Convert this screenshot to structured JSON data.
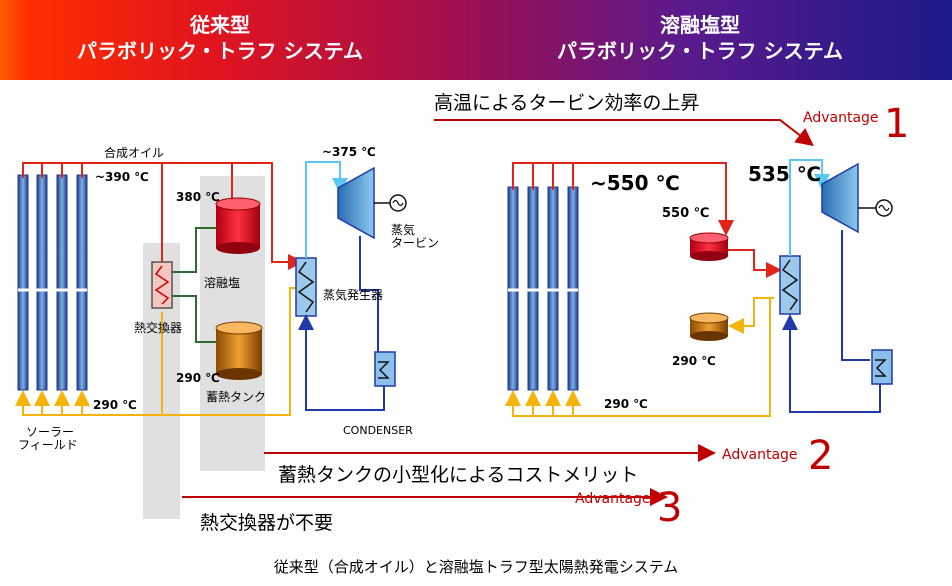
{
  "header": {
    "left_line1": "従来型",
    "left_line2": "パラボリック・トラフ システム",
    "right_line1": "溶融塩型",
    "right_line2": "パラボリック・トラフ システム"
  },
  "conventional": {
    "synthetic_oil": "合成オイル",
    "temp_field_out": "~390 ℃",
    "temp_tank_hot": "380 ℃",
    "temp_turbine": "~375 ℃",
    "molten_salt": "溶融塩",
    "heat_exchanger": "熱交換器",
    "steam_generator": "蒸気発生器",
    "steam_turbine_line1": "蒸気",
    "steam_turbine_line2": "タービン",
    "temp_tank_cold": "290 ℃",
    "storage_tank": "蓄熱タンク",
    "temp_return": "290 ℃",
    "solar_field_line1": "ソーラー",
    "solar_field_line2": "フィールド",
    "condenser": "CONDENSER"
  },
  "molten_salt_system": {
    "temp_field_out": "~550 ℃",
    "temp_tank_hot": "550 ℃",
    "temp_turbine": "535 ℃",
    "temp_tank_cold": "290 ℃",
    "temp_return": "290 ℃"
  },
  "advantages": {
    "a1_text": "高温によるタービン効率の上昇",
    "a1_label": "Advantage",
    "a1_num": "1",
    "a2_text": "蓄熱タンクの小型化によるコストメリット",
    "a2_label": "Advantage",
    "a2_num": "2",
    "a3_text": "熱交換器が不要",
    "a3_label": "Advantage",
    "a3_num": "3"
  },
  "caption": "従来型（合成オイル）と溶融塩トラフ型太陽熱発電システム",
  "colors": {
    "hot_line": "#e2231a",
    "cold_line": "#f5b40a",
    "steam_line": "#5ac8f0",
    "water_line": "#1f3aa8",
    "salt_line": "#2e6b2e",
    "advantage": "#c00000"
  }
}
